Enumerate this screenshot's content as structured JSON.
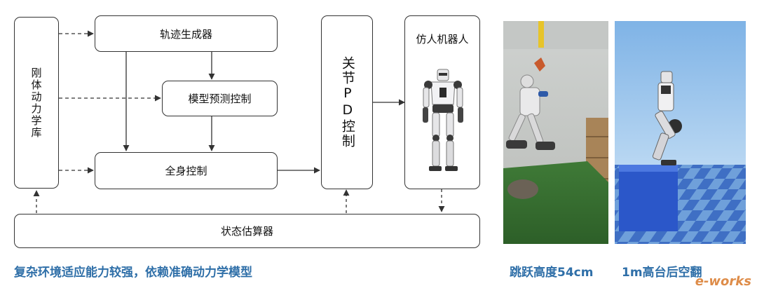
{
  "diagram": {
    "left_box": "刚体动力学库",
    "trajectory_box": "轨迹生成器",
    "mpc_box": "模型预测控制",
    "wbc_box": "全身控制",
    "joint_box": "关节PD控制",
    "robot_box": "仿人机器人",
    "state_box": "状态估算器"
  },
  "captions": {
    "main": "复杂环境适应能力较强，依赖准确动力学模型",
    "photo1": "跳跃高度54cm",
    "photo2": "1m高台后空翻"
  },
  "watermark": "e-works",
  "colors": {
    "caption": "#2f6fa8",
    "line": "#333333"
  }
}
